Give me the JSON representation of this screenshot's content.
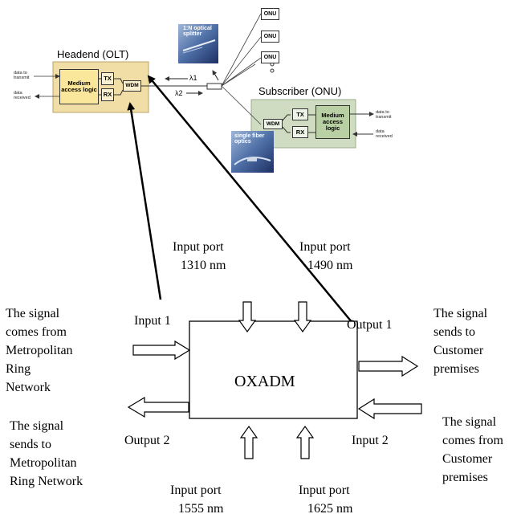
{
  "pon": {
    "olt_title": "Headend (OLT)",
    "onu_title": "Subscriber (ONU)",
    "splitter_label": "1:N optical splitter",
    "fiber_label": "single fiber optics",
    "mac_olt": "Medium access logic",
    "mac_onu": "Medium access logic",
    "tx": "TX",
    "rx": "RX",
    "wdm": "WDM",
    "data_to_transmit": "data to transmit",
    "data_received": "data received",
    "lambda1": "λ1",
    "lambda2": "λ2",
    "onu_box": "ONU"
  },
  "oxadm": {
    "label": "OXADM",
    "input1": "Input 1",
    "output1": "Output 1",
    "output2": "Output 2",
    "input2": "Input 2",
    "port_1310": [
      "Input port",
      "1310 nm"
    ],
    "port_1490": [
      "Input port",
      "1490 nm"
    ],
    "port_1555": [
      "Input port",
      "1555 nm"
    ],
    "port_1625": [
      "Input port",
      "1625 nm"
    ],
    "left_top": [
      "The signal",
      "comes from",
      "Metropolitan",
      "Ring",
      "Network"
    ],
    "left_bottom": [
      "The signal",
      "sends to",
      "Metropolitan",
      "Ring Network"
    ],
    "right_top": [
      "The signal",
      "sends to",
      "Customer",
      "premises"
    ],
    "right_bottom": [
      "The signal",
      "comes from",
      "Customer",
      "premises"
    ]
  }
}
